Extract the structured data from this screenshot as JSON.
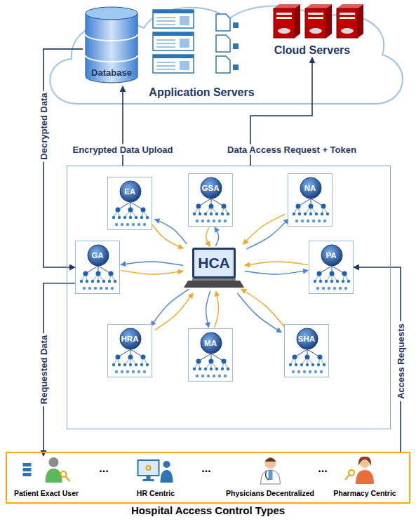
{
  "diagram": {
    "nodes": [
      {
        "text": [
          "Database"
        ]
      },
      {
        "text": [
          "Application Servers"
        ]
      },
      {
        "text": [
          "Cloud Servers"
        ]
      },
      {
        "text": []
      },
      {
        "text": [
          "EA"
        ],
        "in": 3
      },
      {
        "text": [
          "GSA"
        ],
        "in": 3
      },
      {
        "text": [
          "NA"
        ],
        "in": 3
      },
      {
        "text": [
          "GA"
        ],
        "in": 3
      },
      {
        "text": [
          "HCA"
        ],
        "in": 3
      },
      {
        "text": [
          "PA"
        ],
        "in": 3
      },
      {
        "text": [
          "HRA"
        ],
        "in": 3
      },
      {
        "text": [
          "MA"
        ],
        "in": 3
      },
      {
        "text": [
          "SHA"
        ],
        "in": 3
      },
      {
        "text": [
          "Hospital Access Control Types"
        ]
      },
      {
        "text": [
          "Patient Exact User"
        ],
        "in": 13
      },
      {
        "text": [
          "HR Centric"
        ],
        "in": 13
      },
      {
        "text": [
          "Physicians Decentralized"
        ],
        "in": 13
      },
      {
        "text": [
          "Pharmacy Centric"
        ],
        "in": 13
      }
    ],
    "edges": [
      {
        "from": 3,
        "to": 0,
        "arrow": "to",
        "label": "Encrypted Data Upload"
      },
      {
        "from": 3,
        "to": 2,
        "arrow": "to",
        "label": "Data Access Request + Token"
      },
      {
        "from": 0,
        "to": 7,
        "arrow": "to",
        "label": "Decrypted Data"
      },
      {
        "from": 7,
        "to": 14,
        "arrow": "to",
        "label": "Requested Data"
      },
      {
        "from": 13,
        "to": 9,
        "arrow": "to",
        "label": "Access Requests"
      },
      {
        "from": 8,
        "to": 4,
        "arrow": "to"
      },
      {
        "from": 4,
        "to": 8,
        "arrow": "to"
      },
      {
        "from": 8,
        "to": 5,
        "arrow": "to"
      },
      {
        "from": 5,
        "to": 8,
        "arrow": "to"
      },
      {
        "from": 8,
        "to": 6,
        "arrow": "to"
      },
      {
        "from": 6,
        "to": 8,
        "arrow": "to"
      },
      {
        "from": 8,
        "to": 7,
        "arrow": "to"
      },
      {
        "from": 7,
        "to": 8,
        "arrow": "to"
      },
      {
        "from": 8,
        "to": 9,
        "arrow": "to"
      },
      {
        "from": 9,
        "to": 8,
        "arrow": "to"
      },
      {
        "from": 8,
        "to": 10,
        "arrow": "to"
      },
      {
        "from": 10,
        "to": 8,
        "arrow": "to"
      },
      {
        "from": 8,
        "to": 11,
        "arrow": "to"
      },
      {
        "from": 11,
        "to": 8,
        "arrow": "to"
      },
      {
        "from": 8,
        "to": 12,
        "arrow": "to"
      },
      {
        "from": 12,
        "to": 8,
        "arrow": "to"
      }
    ],
    "labels": [
      "...",
      "...",
      "..."
    ]
  }
}
